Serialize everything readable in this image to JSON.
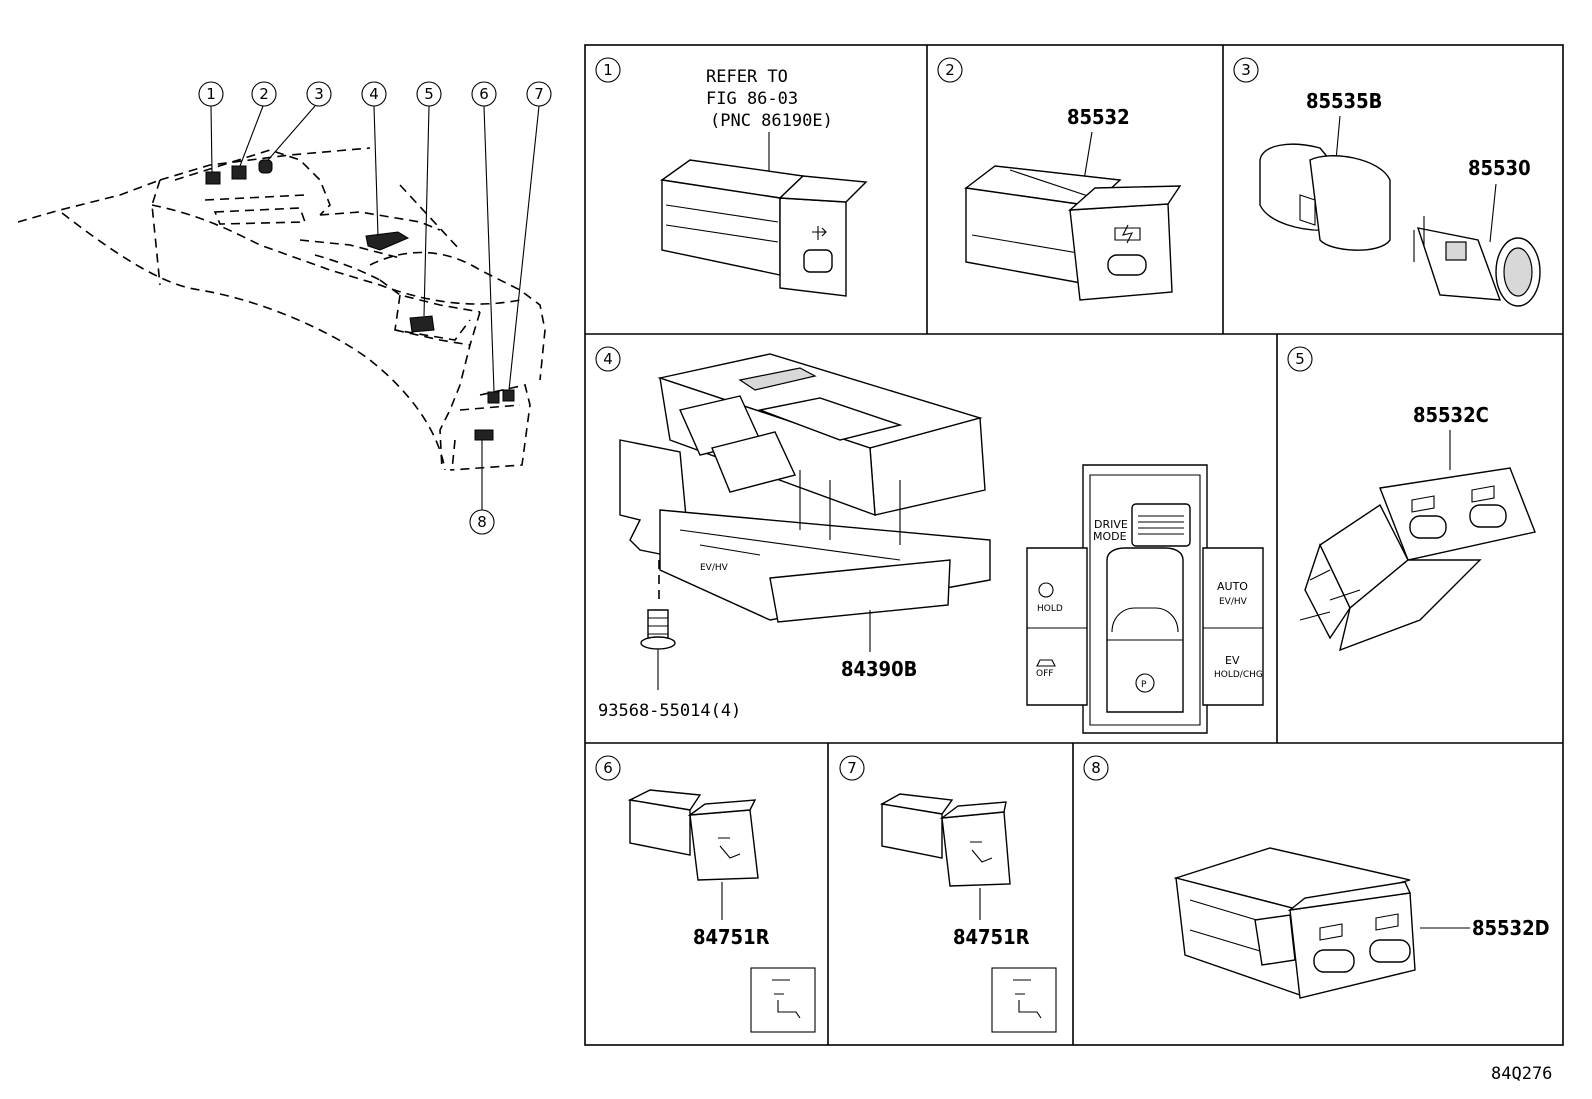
{
  "callouts": [
    "1",
    "2",
    "3",
    "4",
    "5",
    "6",
    "7",
    "8"
  ],
  "panels": {
    "p1": {
      "num": "1",
      "ref_line1": "REFER TO",
      "ref_line2": "FIG 86-03",
      "ref_line3": "(PNC 86190E)"
    },
    "p2": {
      "num": "2",
      "part": "85532"
    },
    "p3": {
      "num": "3",
      "part_a": "85535B",
      "part_b": "85530"
    },
    "p4": {
      "num": "4",
      "part": "84390B",
      "bolt": "93568-55014(4)",
      "labels": {
        "drive": "DRIVE",
        "mode": "MODE",
        "hold": "HOLD",
        "auto": "AUTO",
        "evhv": "EV/HV",
        "ev": "EV",
        "holdchg": "HOLD/CHG",
        "off": "OFF",
        "p": "P"
      }
    },
    "p5": {
      "num": "5",
      "part": "85532C"
    },
    "p6": {
      "num": "6",
      "part": "84751R"
    },
    "p7": {
      "num": "7",
      "part": "84751R"
    },
    "p8": {
      "num": "8",
      "part": "85532D"
    }
  },
  "figure_code": "84Q276"
}
